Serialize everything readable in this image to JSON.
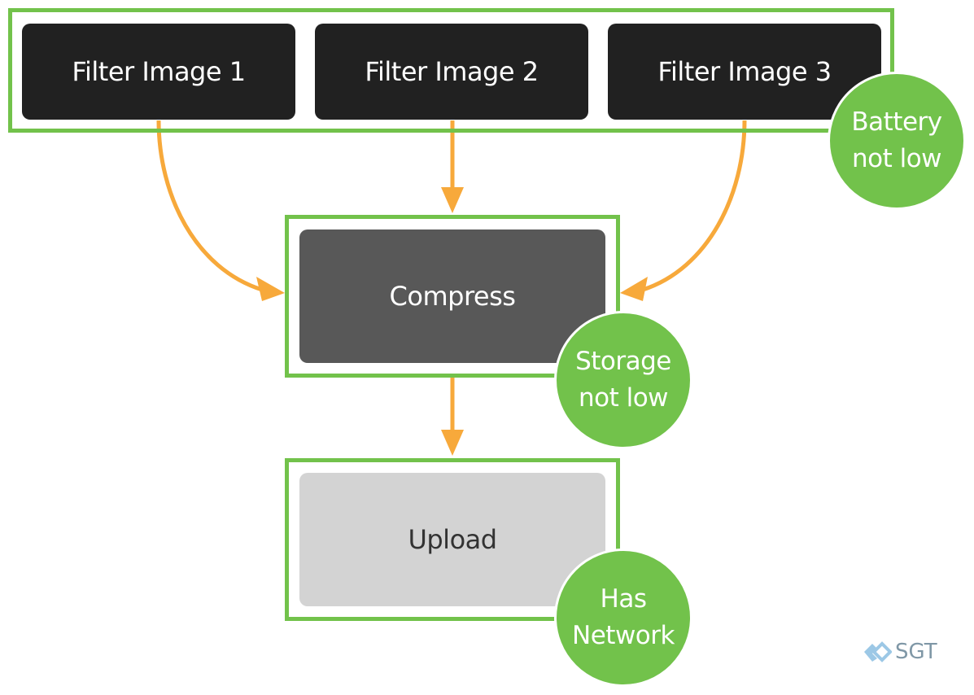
{
  "nodes": {
    "filter1": "Filter Image 1",
    "filter2": "Filter Image 2",
    "filter3": "Filter Image 3",
    "compress": "Compress",
    "upload": "Upload"
  },
  "constraints": {
    "battery": [
      "Battery",
      "not low"
    ],
    "storage": [
      "Storage",
      "not low"
    ],
    "network": [
      "Has",
      "Network"
    ]
  },
  "logo": {
    "text": "SGT",
    "icon": "chevron-diamond-icon"
  },
  "colors": {
    "constraint_green": "#72c24b",
    "arrow_orange": "#f7a93b",
    "node_dark": "#212121",
    "node_mid": "#585858",
    "node_light": "#d3d3d3",
    "logo_gray": "#7f97a6",
    "logo_blue": "#9cc8e6"
  }
}
